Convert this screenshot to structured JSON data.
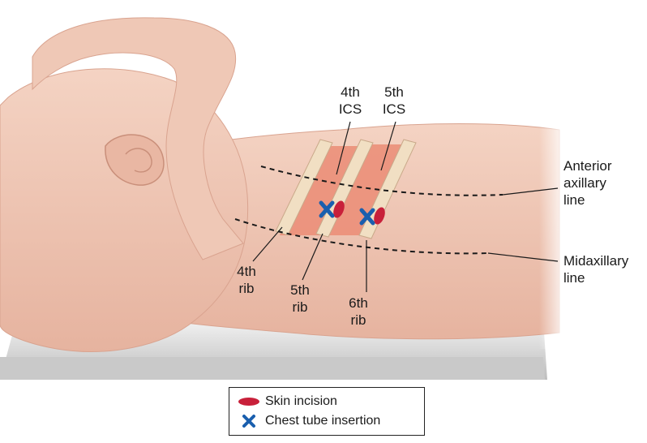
{
  "labels": {
    "ics_4": [
      "4th",
      "ICS"
    ],
    "ics_5": [
      "5th",
      "ICS"
    ],
    "anterior_axillary": [
      "Anterior",
      "axillary",
      "line"
    ],
    "midaxillary": [
      "Midaxillary",
      "line"
    ],
    "rib_4": [
      "4th",
      "rib"
    ],
    "rib_5": [
      "5th",
      "rib"
    ],
    "rib_6": [
      "6th",
      "rib"
    ]
  },
  "legend": {
    "skin_incision": "Skin incision",
    "chest_tube_insertion": "Chest tube insertion"
  },
  "colors": {
    "skin": "#eec3b0",
    "rib": "#f1dfc3",
    "intercostal": "#eb8f79",
    "incision": "#c8203a",
    "tube_mark": "#1a5fae",
    "dashed_line": "#1a1a1a"
  }
}
